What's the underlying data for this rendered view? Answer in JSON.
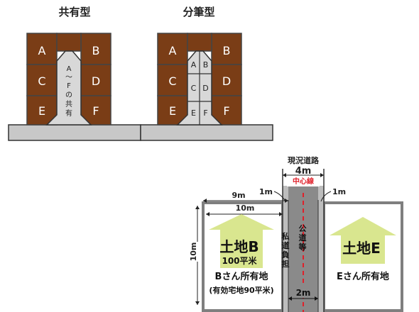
{
  "diagram_top": {
    "left": {
      "title": "共有型",
      "lots": [
        "A",
        "B",
        "C",
        "D",
        "E",
        "F"
      ],
      "shared_path_text": [
        "A",
        "〜",
        "F",
        "の",
        "共",
        "有"
      ]
    },
    "right": {
      "title": "分筆型",
      "lots": [
        "A",
        "B",
        "C",
        "D",
        "E",
        "F"
      ],
      "path_lots": [
        "A",
        "B",
        "C",
        "D",
        "E",
        "F"
      ]
    }
  },
  "diagram_bottom": {
    "road_label": "現況道路",
    "road_width": "4m",
    "center_line_label": "中心線",
    "setback_left": "1m",
    "setback_right": "1m",
    "dim_9m": "9m",
    "dim_10m_h": "10m",
    "dim_10m_v": "10m",
    "dim_2m": "2m",
    "public_road_label": "公道等",
    "private_burden_label": "私道負担",
    "land_b": {
      "title": "土地B",
      "area": "100平米",
      "owner": "Bさん所有地",
      "effective": "(有効宅地90平米)"
    },
    "land_e": {
      "title": "土地E",
      "owner": "Eさん所有地"
    },
    "colors": {
      "lot_brown": "#7a3d16",
      "arrow_green": "#d9e68f",
      "center_line_red": "#e0202a",
      "road_gray": "#8a8a8a"
    }
  }
}
